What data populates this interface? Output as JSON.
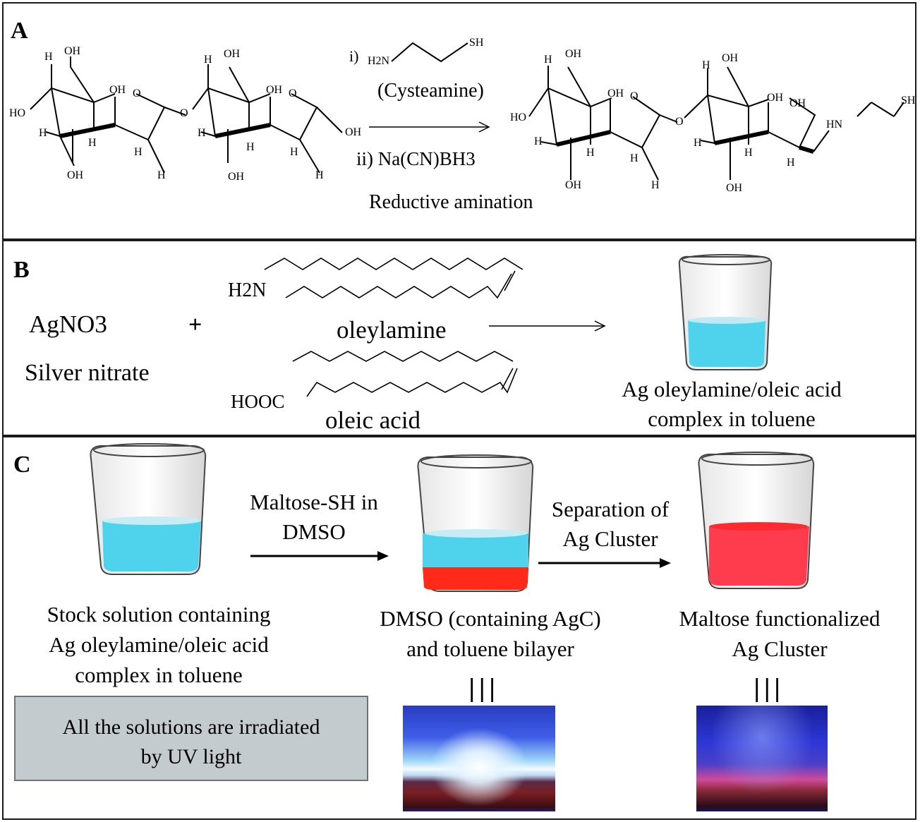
{
  "panel_a": {
    "label": "A",
    "reagent_1_prefix": "i)",
    "cysteamine_nh2": "H2N",
    "cysteamine_sh": "SH",
    "cysteamine_name": "(Cysteamine)",
    "reagent_2": "ii) Na(CN)BH3",
    "reaction_name": "Reductive amination",
    "atoms": {
      "oh": "OH",
      "ho": "HO",
      "h": "H",
      "o": "O",
      "hn": "HN",
      "sh": "SH"
    }
  },
  "panel_b": {
    "label": "B",
    "reactant_formula": "AgNO3",
    "reactant_name": "Silver nitrate",
    "plus": "+",
    "amine_group": "H2N",
    "oleylamine": "oleylamine",
    "acid_group": "HOOC",
    "oleic_acid": "oleic acid",
    "product_line1": "Ag oleylamine/oleic acid",
    "product_line2": "complex in toluene"
  },
  "panel_c": {
    "label": "C",
    "stock_line1": "Stock solution containing",
    "stock_line2": "Ag oleylamine/oleic acid",
    "stock_line3": "complex in toluene",
    "step1_line1": "Maltose-SH in",
    "step1_line2": "DMSO",
    "bilayer_line1": "DMSO (containing AgC)",
    "bilayer_line2": "and toluene bilayer",
    "step2_line1": "Separation of",
    "step2_line2": "Ag Cluster",
    "final_line1": "Maltose functionalized",
    "final_line2": "Ag Cluster",
    "equiv": "|||",
    "note_line1": "All the solutions are irradiated",
    "note_line2": "by UV light"
  },
  "colors": {
    "cyan_solution": "#4fd3ec",
    "red_solution": "#ff2a1a",
    "pink_solution": "#ff3b4e",
    "note_box": "#c4cbcf"
  }
}
